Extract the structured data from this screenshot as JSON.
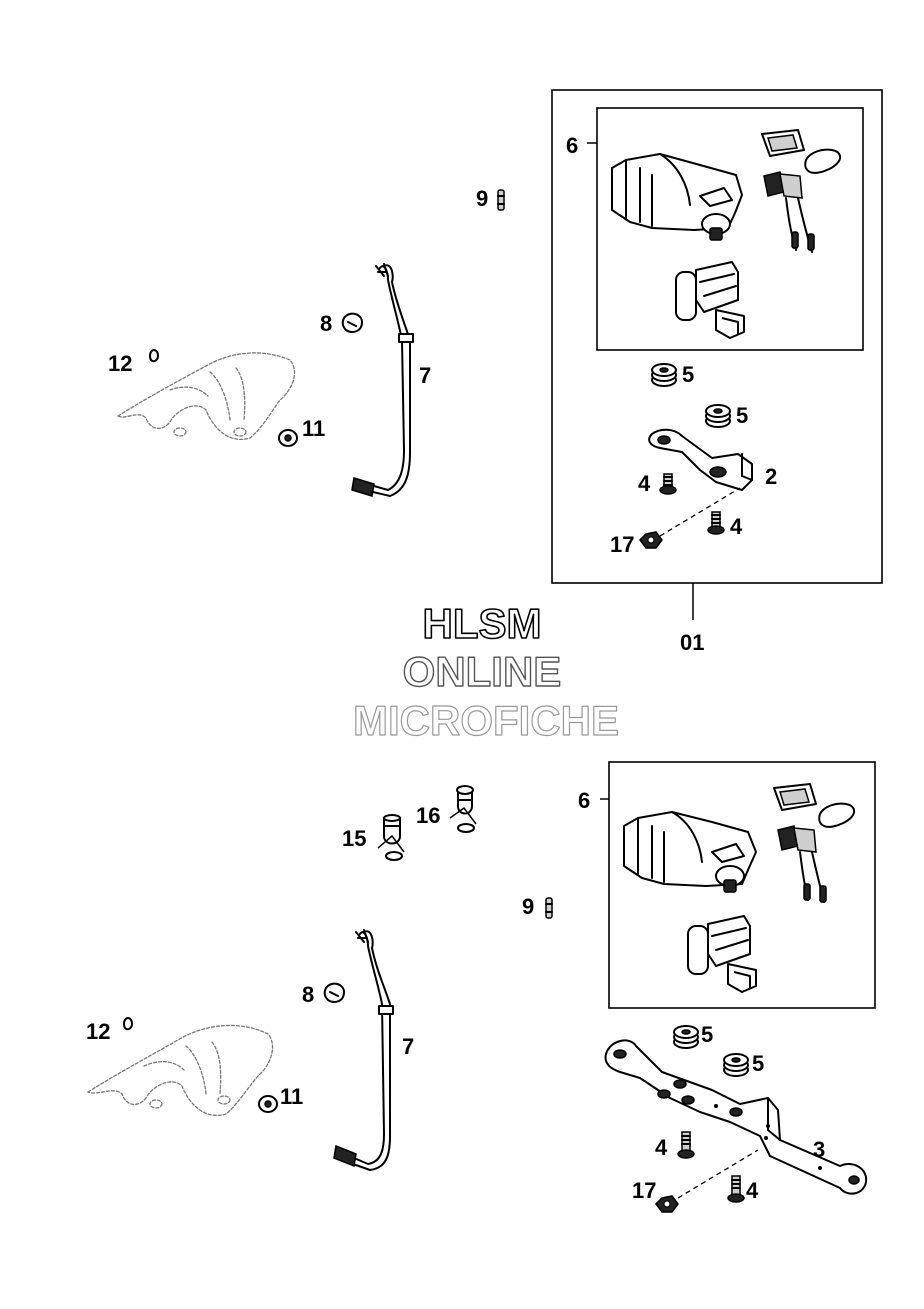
{
  "watermark": {
    "line1": "HLSM",
    "line2": "ONLINE",
    "line3": "MICROFICHE",
    "color": "#000000"
  },
  "assembly_label": "01",
  "top_group": {
    "labels": {
      "p6": "6",
      "p9": "9",
      "p8": "8",
      "p7": "7",
      "p12": "12",
      "p11": "11",
      "p5a": "5",
      "p5b": "5",
      "p4a": "4",
      "p2": "2",
      "p17": "17",
      "p4b": "4"
    }
  },
  "bottom_group": {
    "labels": {
      "p6": "6",
      "p15": "15",
      "p16": "16",
      "p9": "9",
      "p8": "8",
      "p7": "7",
      "p12": "12",
      "p11": "11",
      "p5a": "5",
      "p5b": "5",
      "p4a": "4",
      "p3": "3",
      "p17": "17",
      "p4b": "4"
    }
  }
}
